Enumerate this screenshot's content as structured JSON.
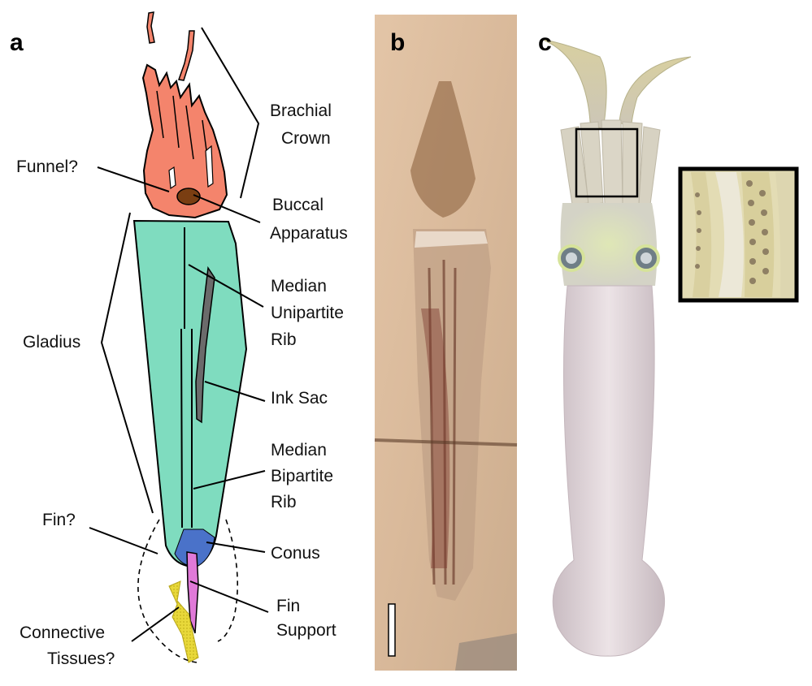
{
  "panels": {
    "a": {
      "letter": "a",
      "labels": {
        "brachial_crown": [
          "Brachial",
          "Crown"
        ],
        "funnel": [
          "Funnel?"
        ],
        "buccal_apparatus": [
          "Buccal",
          "Apparatus"
        ],
        "gladius": [
          "Gladius"
        ],
        "median_unipartite_rib": [
          "Median",
          "Unipartite",
          "Rib"
        ],
        "ink_sac": [
          "Ink Sac"
        ],
        "median_bipartite_rib": [
          "Median",
          "Bipartite",
          "Rib"
        ],
        "fin": [
          "Fin?"
        ],
        "conus": [
          "Conus"
        ],
        "fin_support": [
          "Fin",
          "Support"
        ],
        "connective_tissues": [
          "Connective",
          "Tissues?"
        ]
      }
    },
    "b": {
      "letter": "b"
    },
    "c": {
      "letter": "c"
    }
  },
  "colors": {
    "crown": "#f4846c",
    "gladius": "#7fdcbf",
    "ink_sac": "#6b6b6b",
    "conus": "#4a72c9",
    "fin_support": "#e079d8",
    "connective": "#ecdd3e",
    "buccal": "#7a3e12",
    "fossil_bg": "#e6c9ac",
    "squid_body": "#ddd0d4"
  }
}
